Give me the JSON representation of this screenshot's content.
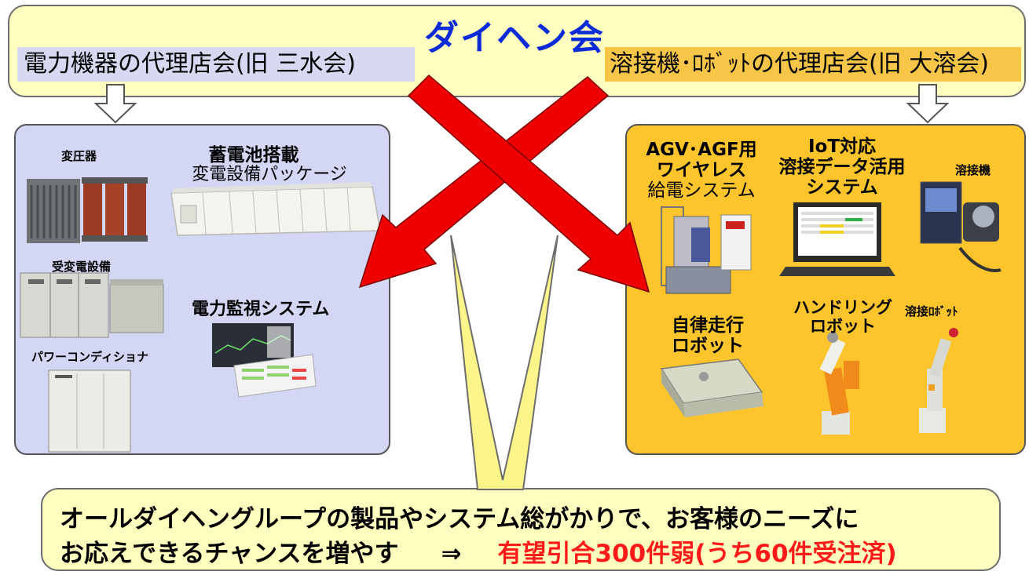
{
  "title": "ダイヘン会",
  "groups": {
    "left_label": "電力機器の代理店会(旧 三水会)",
    "right_label": "溶接機･ﾛﾎﾞｯﾄの代理店会(旧 大溶会)"
  },
  "left_panel": {
    "transformer": "変圧器",
    "battery_title": "蓄電池搭載",
    "battery_sub": "変電設備パッケージ",
    "substation": "受変電設備",
    "monitoring": "電力監視システム",
    "power_conditioner": "パワーコンディショナ"
  },
  "right_panel": {
    "agv_l1": "AGV･AGF用",
    "agv_l2": "ワイヤレス",
    "agv_l3": "給電システム",
    "iot_l1": "IoT対応",
    "iot_l2": "溶接データ活用",
    "iot_l3": "システム",
    "welder": "溶接機",
    "amr_l1": "自律走行",
    "amr_l2": "ロボット",
    "handling_l1": "ハンドリング",
    "handling_l2": "ロボット",
    "welding_robot": "溶接ﾛﾎﾞｯﾄ"
  },
  "bottom": {
    "line1": "オールダイヘングループの製品やシステム総がかりで、お客様のニーズに",
    "line2_prefix": "お応えできるチャンスを増やす",
    "line2_arrow": "⇒",
    "line2_result": "有望引合300件弱(うち60件受注済)"
  },
  "colors": {
    "title_blue": "#0b2bd8",
    "cross_red": "#ee0000",
    "left_panel_bg": "#d4d6f5",
    "right_panel_bg": "#fdc42c",
    "banner_bg": "#ffffc0"
  }
}
